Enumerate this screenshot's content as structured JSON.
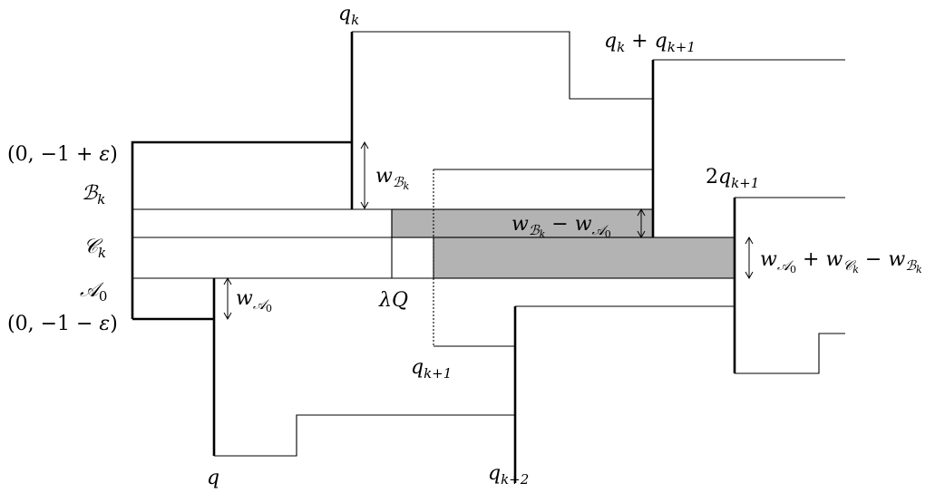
{
  "colors": {
    "ink": "#000000",
    "shade": "#b3b3b3",
    "background": "#ffffff"
  },
  "labels": {
    "qk": {
      "main": "q",
      "sub": "k"
    },
    "qk_plus_qk1": {
      "a": "q",
      "a_sub": "k",
      "plus": " + ",
      "b": "q",
      "b_sub": "k+1"
    },
    "two_qk1": {
      "coef": "2",
      "q": "q",
      "sub": "k+1"
    },
    "top_point": {
      "open": "(0, −1 + ",
      "eps": "ε",
      "close": ")"
    },
    "bottom_point": {
      "open": "(0, −1 − ",
      "eps": "ε",
      "close": ")"
    },
    "Bk": {
      "main": "ℬ",
      "sub": "k"
    },
    "Ck": {
      "main": "𝒞",
      "sub": "k"
    },
    "A0": {
      "main": "𝒜",
      "sub": "0"
    },
    "lambdaQ": "λQ",
    "qk1": {
      "main": "q",
      "sub": "k+1"
    },
    "q": "q",
    "qk2": {
      "main": "q",
      "sub": "k+2"
    },
    "w_Bk": {
      "w": "w",
      "script": "ℬ",
      "sub": "k"
    },
    "w_A0": {
      "w": "w",
      "script": "𝒜",
      "sub": "0"
    },
    "w_Bk_minus_w_A0": {
      "w1": "w",
      "s1": "ℬ",
      "s1sub": "k",
      "op": " − ",
      "w2": "w",
      "s2": "𝒜",
      "s2sub": "0"
    },
    "w_A0_plus_w_Ck_minus_w_Bk": {
      "w1": "w",
      "s1": "𝒜",
      "s1sub": "0",
      "op1": " + ",
      "w2": "w",
      "s2": "𝒞",
      "s2sub": "k",
      "op2": " − ",
      "w3": "w",
      "s3": "ℬ",
      "s3sub": "k"
    }
  }
}
